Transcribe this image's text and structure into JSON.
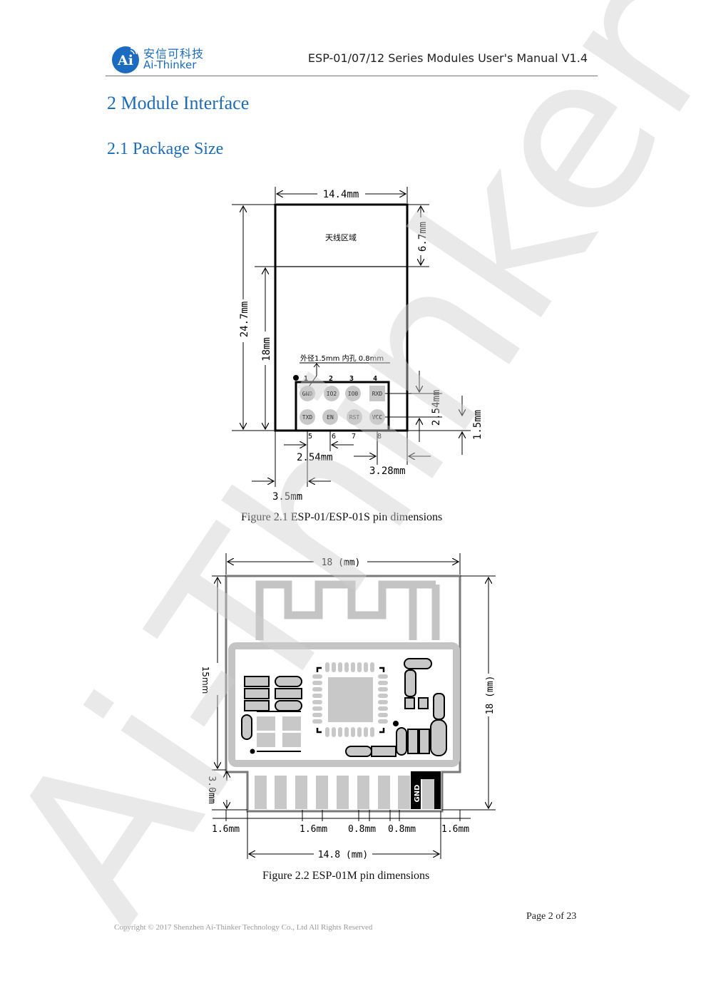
{
  "header": {
    "logo_mark": "Ai",
    "logo_cn": "安信可科技",
    "logo_en": "Ai-Thinker",
    "doc_title": "ESP-01/07/12 Series Modules User's Manual V1.4"
  },
  "section": {
    "heading": "2 Module Interface",
    "subheading": "2.1 Package Size"
  },
  "figure1": {
    "caption": "Figure 2.1 ESP-01/ESP-01S pin dimensions",
    "antenna_area_label": "天线区域",
    "dimensions": {
      "width": "14.4mm",
      "height_total": "24.7mm",
      "height_lower": "18mm",
      "antenna_height": "6.7mm",
      "pin_pitch_vertical": "2.54mm",
      "bottom_margin": "1.5mm",
      "pin_pitch_horizontal": "2.54mm",
      "right_margin": "3.28mm",
      "left_margin": "3.5mm"
    },
    "pad_note": "外径1.5mm   内孔 0.8mm",
    "pin_numbers_top": [
      "1",
      "2",
      "3",
      "4"
    ],
    "pin_numbers_bottom": [
      "5",
      "6",
      "7",
      "8"
    ],
    "pins_top": [
      "GND",
      "IO2",
      "IO0",
      "RXD"
    ],
    "pins_bottom": [
      "TXD",
      "EN",
      "RST",
      "VCC"
    ]
  },
  "figure2": {
    "caption": "Figure 2.2 ESP-01M pin dimensions",
    "dimensions": {
      "width_top": "18 (mm)",
      "height_right": "18 (mm)",
      "height_body": "15mm",
      "pin_area_height": "3.0mm",
      "left_margin": "1.6mm",
      "pin_pitch": "1.6mm",
      "pin_width_a": "0.8mm",
      "pin_width_b": "0.8mm",
      "right_margin": "1.6mm",
      "pin_row_width": "14.8 (mm)"
    },
    "gnd_label": "GND"
  },
  "footer": {
    "page": "Page 2 of 23",
    "copyright": "Copyright © 2017 Shenzhen Ai-Thinker Technology Co., Ltd All Rights Reserved"
  },
  "watermark": "Ai-Thinker",
  "colors": {
    "heading_blue": "#1e6bb8",
    "logo_blue": "#1b6bc0",
    "watermark_gray": "#e6e6e6",
    "pad_gray": "#c8c8c8"
  }
}
